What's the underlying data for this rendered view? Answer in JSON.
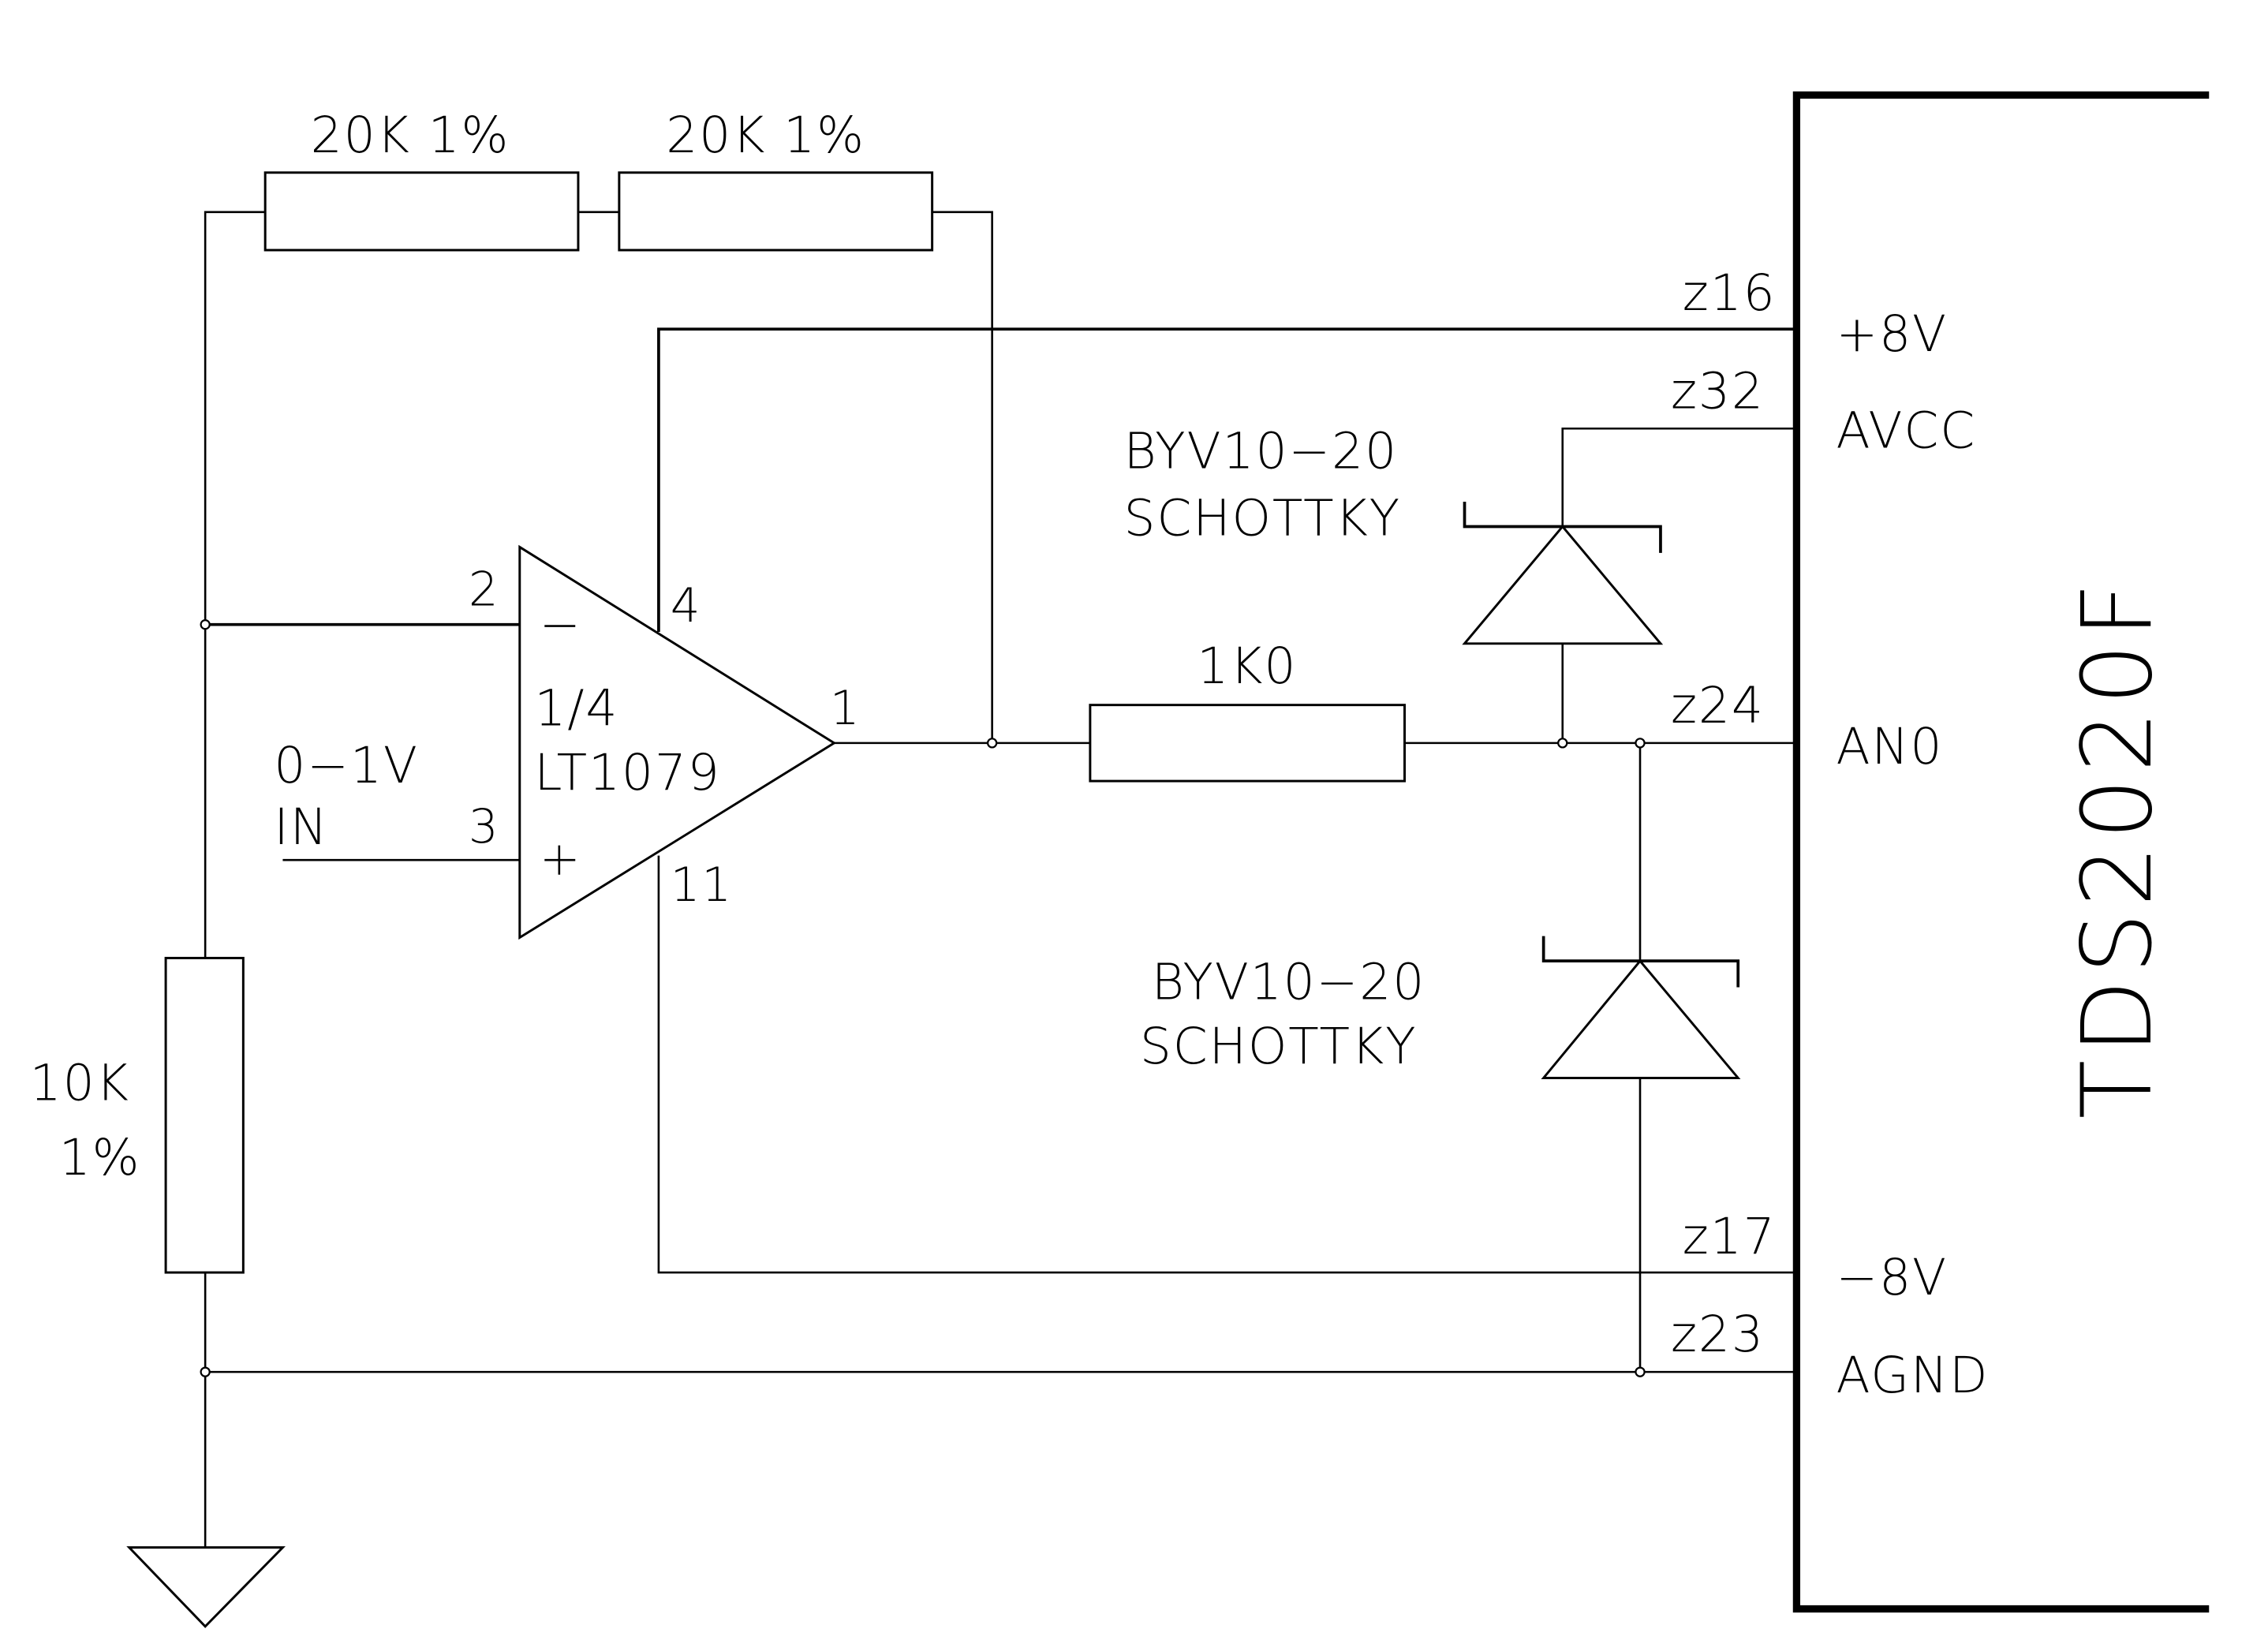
{
  "title": "LT1079 input buffer to TDS2020F AN0",
  "resistors": {
    "r_feedback_1": {
      "value": "20K 1%"
    },
    "r_feedback_2": {
      "value": "20K 1%"
    },
    "r_series": {
      "value": "1K0"
    },
    "r_ground": {
      "value_line1": "10K",
      "value_line2": "1%"
    }
  },
  "opamp": {
    "part_line1": "1/4",
    "part_line2": "LT1079",
    "pins": {
      "inverting": "2",
      "non_inverting": "3",
      "output": "1",
      "v_plus": "4",
      "v_minus": "11"
    },
    "inverting_symbol": "−",
    "non_inverting_symbol": "+"
  },
  "input": {
    "line1": "0−1V",
    "line2": "IN"
  },
  "diodes": {
    "upper": {
      "line1": "BYV10−20",
      "line2": "SCHOTTKY"
    },
    "lower": {
      "line1": "BYV10−20",
      "line2": "SCHOTTKY"
    }
  },
  "connector": {
    "name": "TDS2020F",
    "pins": [
      {
        "pin": "z16",
        "signal": "+8V"
      },
      {
        "pin": "z32",
        "signal": "AVCC"
      },
      {
        "pin": "z24",
        "signal": "AN0"
      },
      {
        "pin": "z17",
        "signal": "−8V"
      },
      {
        "pin": "z23",
        "signal": "AGND"
      }
    ]
  }
}
